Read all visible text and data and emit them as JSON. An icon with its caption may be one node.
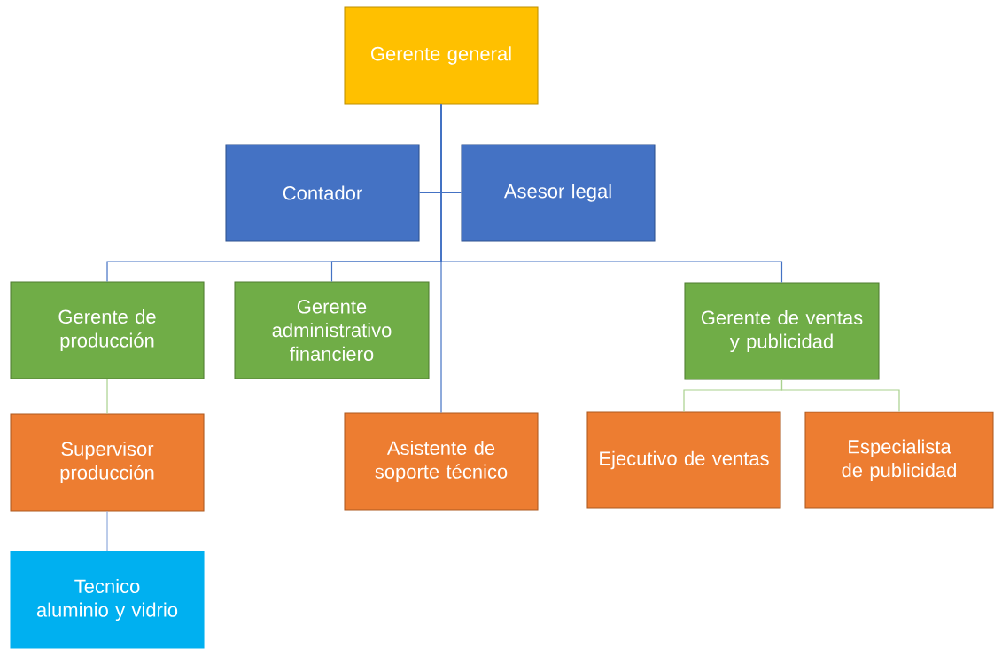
{
  "diagram": {
    "nodes": [
      {
        "text": [
          "Gerente general"
        ]
      },
      {
        "text": [
          "Contador"
        ]
      },
      {
        "text": [
          "Asesor legal"
        ]
      },
      {
        "text": [
          "Gerente de producción"
        ]
      },
      {
        "text": [
          "Gerente administrativo financiero"
        ]
      },
      {
        "text": [
          "Gerente de ventas y publicidad"
        ]
      },
      {
        "text": [
          "Supervisor producción"
        ]
      },
      {
        "text": [
          "Asistente de soporte técnico"
        ]
      },
      {
        "text": [
          "Ejecutivo de ventas"
        ]
      },
      {
        "text": [
          "Especialista de publicidad"
        ]
      },
      {
        "text": [
          "Tecnico aluminio y vidrio"
        ]
      }
    ],
    "edges": [
      {
        "from": 0,
        "to": 1,
        "arrow": "none"
      },
      {
        "from": 0,
        "to": 2,
        "arrow": "none"
      },
      {
        "from": 0,
        "to": 3,
        "arrow": "none"
      },
      {
        "from": 0,
        "to": 4,
        "arrow": "none"
      },
      {
        "from": 0,
        "to": 5,
        "arrow": "none"
      },
      {
        "from": 0,
        "to": 7,
        "arrow": "none"
      },
      {
        "from": 3,
        "to": 6,
        "arrow": "none",
        "color": "#a9d18e"
      },
      {
        "from": 6,
        "to": 10,
        "arrow": "none",
        "color": "#8faadc"
      },
      {
        "from": 5,
        "to": 8,
        "arrow": "none",
        "color": "#a9d18e"
      },
      {
        "from": 5,
        "to": 9,
        "arrow": "none",
        "color": "#a9d18e"
      }
    ]
  }
}
